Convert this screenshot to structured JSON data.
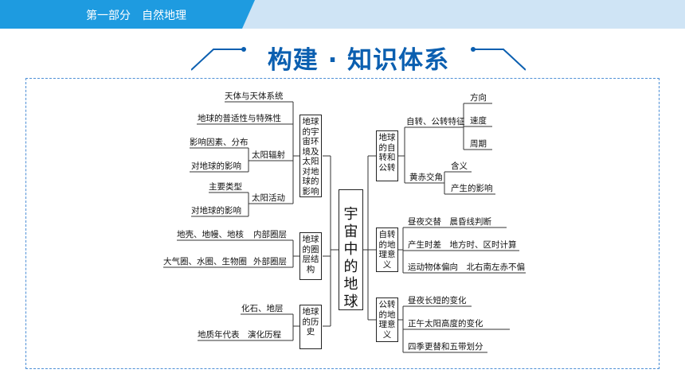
{
  "header": {
    "breadcrumb": "第一部分　自然地理"
  },
  "title": "构建 · 知识体系",
  "colors": {
    "header_tab": "#1e9be0",
    "header_bar": "#cfe4f5",
    "title": "#0b5fb0",
    "frame_border": "#4d8fd6"
  },
  "diagram": {
    "center": "宇宙中的地球",
    "left": {
      "universe_env": {
        "label": "地球的宇宙环境及太阳对地球的影响",
        "items": [
          "天体与天体系统",
          "地球的普适性与特殊性"
        ],
        "radiation": {
          "label": "太阳辐射",
          "subs": [
            "影响因素、分布",
            "对地球的影响"
          ]
        },
        "activity": {
          "label": "太阳活动",
          "subs": [
            "主要类型",
            "对地球的影响"
          ]
        }
      },
      "layers": {
        "label": "地球的圈层结构",
        "inner": {
          "label": "内部圈层",
          "detail": "地壳、地幔、地核"
        },
        "outer": {
          "label": "外部圈层",
          "detail": "大气圈、水圈、生物圈"
        }
      },
      "history": {
        "label": "地球的历史",
        "items": [
          "化石、地层",
          "地质年代表　演化历程"
        ]
      }
    },
    "right": {
      "motion": {
        "label": "地球的自转和公转",
        "features": {
          "label": "自转、公转特征",
          "subs": [
            "方向",
            "速度",
            "周期"
          ]
        },
        "obliquity": {
          "label": "黄赤交角",
          "subs": [
            "含义",
            "产生的影响"
          ]
        }
      },
      "rotation_meaning": {
        "label": "自转的地理意义",
        "items": [
          "昼夜交替　晨昏线判断",
          "产生时差　地方时、区时计算",
          "运动物体偏向　北右南左赤不偏"
        ]
      },
      "revolution_meaning": {
        "label": "公转的地理意义",
        "items": [
          "昼夜长短的变化",
          "正午太阳高度的变化",
          "四季更替和五带划分"
        ]
      }
    }
  }
}
